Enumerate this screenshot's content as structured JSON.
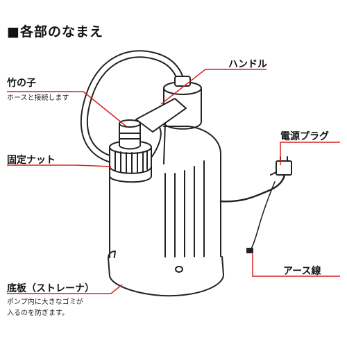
{
  "title": "■各部のなまえ",
  "parts": {
    "takenoko": {
      "name": "竹の子",
      "desc": "ホースと接続します"
    },
    "handle": {
      "name": "ハンドル"
    },
    "plug": {
      "name": "電源プラグ"
    },
    "nut": {
      "name": "固定ナット"
    },
    "strainer": {
      "name": "底板（ストレーナ）",
      "desc_lines": [
        "ポンプ内に大きなゴミが",
        "入るのを防ぎます。"
      ]
    },
    "earth": {
      "name": "アース線"
    }
  },
  "colors": {
    "leader": "#d8201f",
    "outline": "#222222",
    "text": "#111111"
  }
}
